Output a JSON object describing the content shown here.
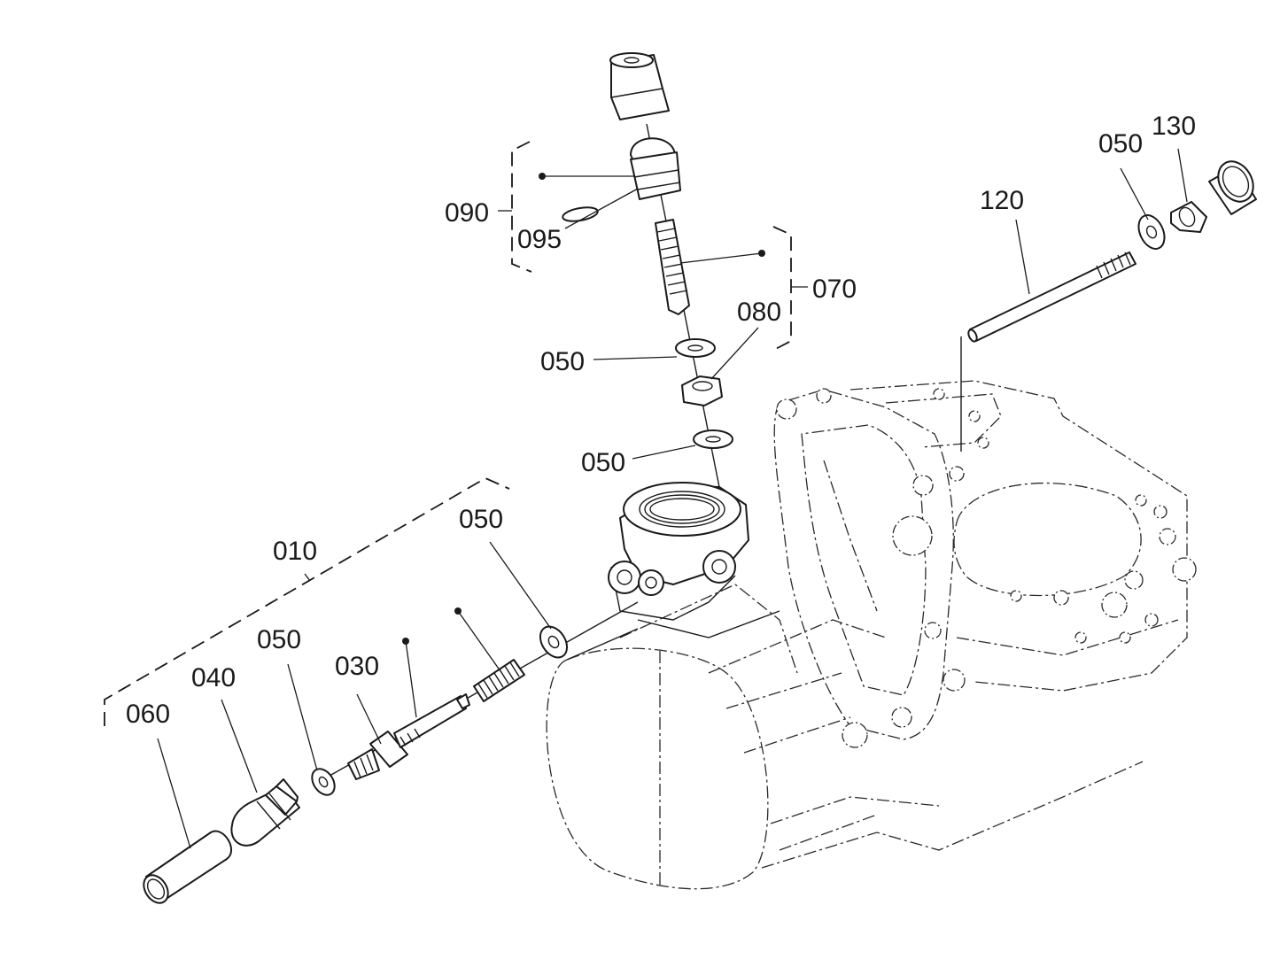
{
  "callouts": {
    "c010": "010",
    "c030": "030",
    "c040": "040",
    "c050_a": "050",
    "c050_b": "050",
    "c050_c": "050",
    "c050_d": "050",
    "c050_e": "050",
    "c060": "060",
    "c070": "070",
    "c080": "080",
    "c090": "090",
    "c095": "095",
    "c120": "120",
    "c130": "130"
  }
}
